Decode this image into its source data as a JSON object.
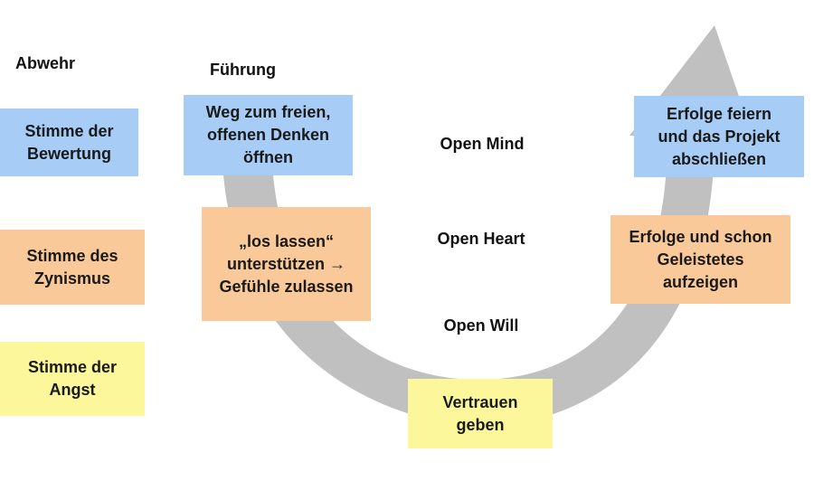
{
  "colors": {
    "arrow": "#c0c0c0",
    "blue_box": "#a7cdf6",
    "orange_box": "#f9c99a",
    "yellow_box": "#fbf79a"
  },
  "headings": {
    "defense": "Abwehr",
    "leadership": "Führung"
  },
  "defense_boxes": [
    "Stimme der\nBewertung",
    "Stimme des\nZynismus",
    "Stimme der\nAngst"
  ],
  "leadership_boxes": {
    "open_thinking": "Weg zum freien,\noffenen Denken\nöffnen",
    "let_go": "„los lassen“\nunterstützen →\nGefühle zulassen",
    "trust": "Vertrauen\ngeben",
    "show_success": "Erfolge und schon\nGeleistetes\naufzeigen",
    "celebrate": "Erfolge feiern\nund das Projekt\nabschließen"
  },
  "levels": {
    "mind": "Open Mind",
    "heart": "Open Heart",
    "will": "Open Will"
  }
}
